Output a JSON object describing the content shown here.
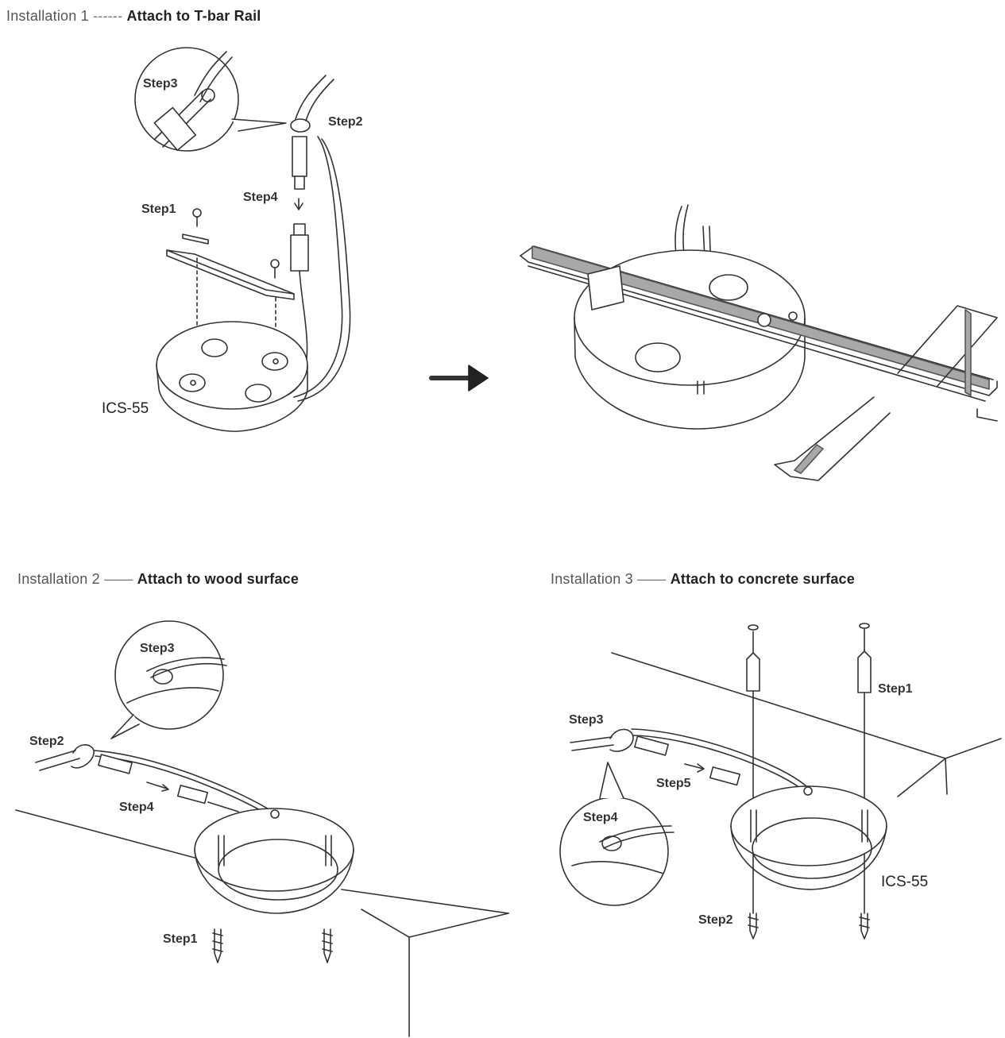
{
  "headings": {
    "install1": {
      "prefix": "Installation 1",
      "dash": "------",
      "title": "Attach to T-bar Rail"
    },
    "install2": {
      "prefix": "Installation 2",
      "dash": "——",
      "title": "Attach to wood surface"
    },
    "install3": {
      "prefix": "Installation 3",
      "dash": "——",
      "title": "Attach to concrete surface"
    }
  },
  "labels": {
    "i1": {
      "step1": "Step1",
      "step2": "Step2",
      "step3": "Step3",
      "step4": "Step4",
      "model": "ICS-55"
    },
    "i2": {
      "step1": "Step1",
      "step2": "Step2",
      "step3": "Step3",
      "step4": "Step4"
    },
    "i3": {
      "step1": "Step1",
      "step2": "Step2",
      "step3": "Step3",
      "step4": "Step4",
      "step5": "Step5",
      "model": "ICS-55"
    }
  },
  "colors": {
    "line": "#333333",
    "rail": "#9a9a9a",
    "background": "#ffffff"
  }
}
